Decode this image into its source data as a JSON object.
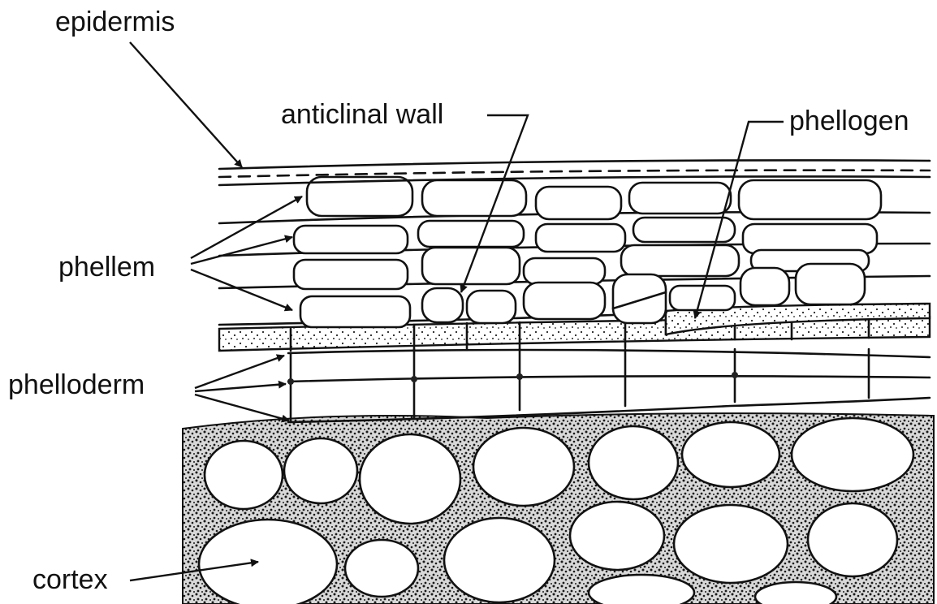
{
  "labels": {
    "epidermis": "epidermis",
    "anticlinal_wall": "anticlinal wall",
    "phellogen": "phellogen",
    "phellem": "phellem",
    "phelloderm": "phelloderm",
    "cortex": "cortex"
  },
  "colors": {
    "ink": "#111111",
    "background": "#ffffff"
  }
}
